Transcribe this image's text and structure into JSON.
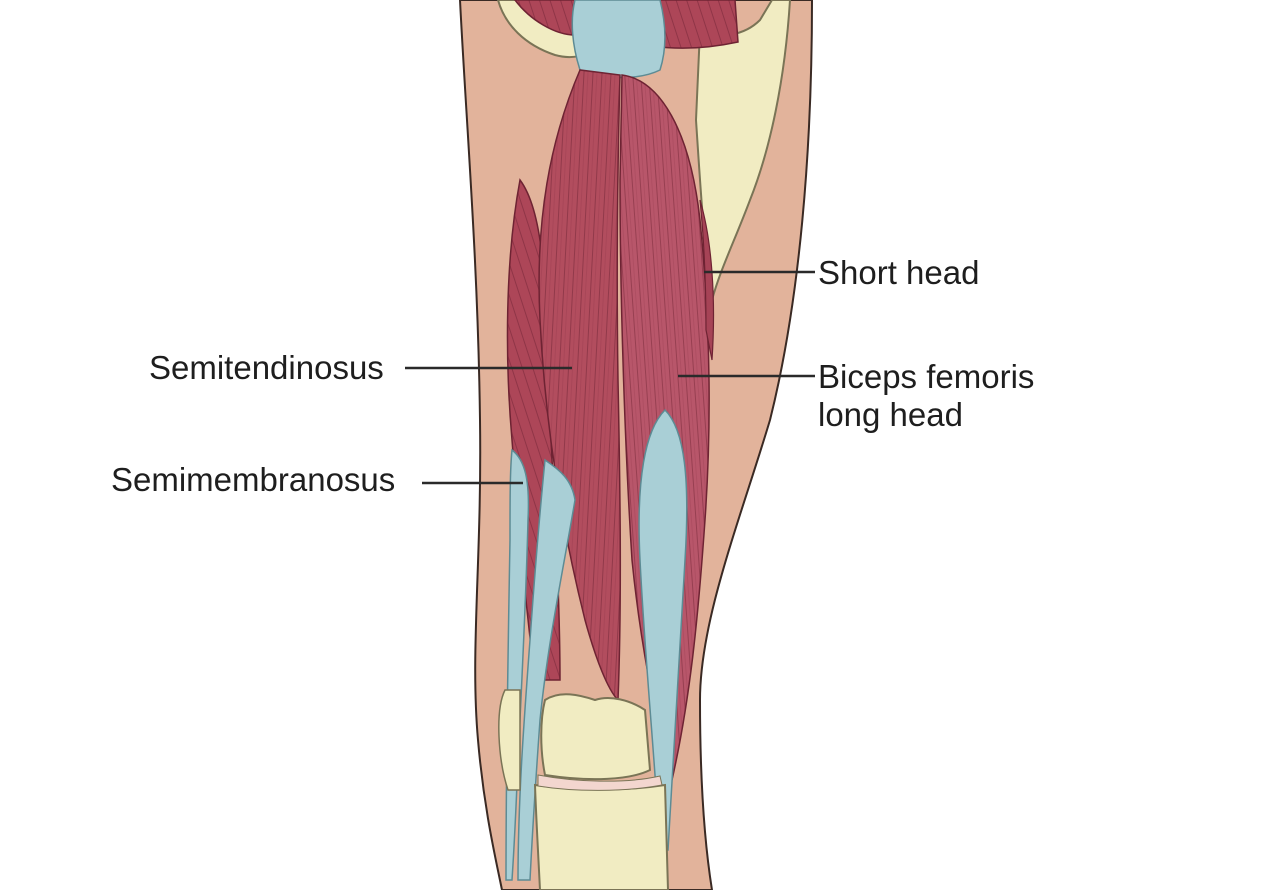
{
  "labels": {
    "short_head": "Short head",
    "biceps_femoris_line1": "Biceps femoris",
    "biceps_femoris_line2": "long head",
    "semitendinosus": "Semitendinosus",
    "semimembranosus": "Semimembranosus"
  },
  "colors": {
    "background": "#ffffff",
    "skin": "#e2b39b",
    "skin_outline": "#3a2a24",
    "muscle": "#b24d5e",
    "muscle_dark": "#8c3344",
    "muscle_fiber": "#6e2333",
    "tendon": "#a9cfd6",
    "bone": "#f1ecc2",
    "bone_outline": "#7a7456",
    "leader_line": "#2a2a2a"
  }
}
